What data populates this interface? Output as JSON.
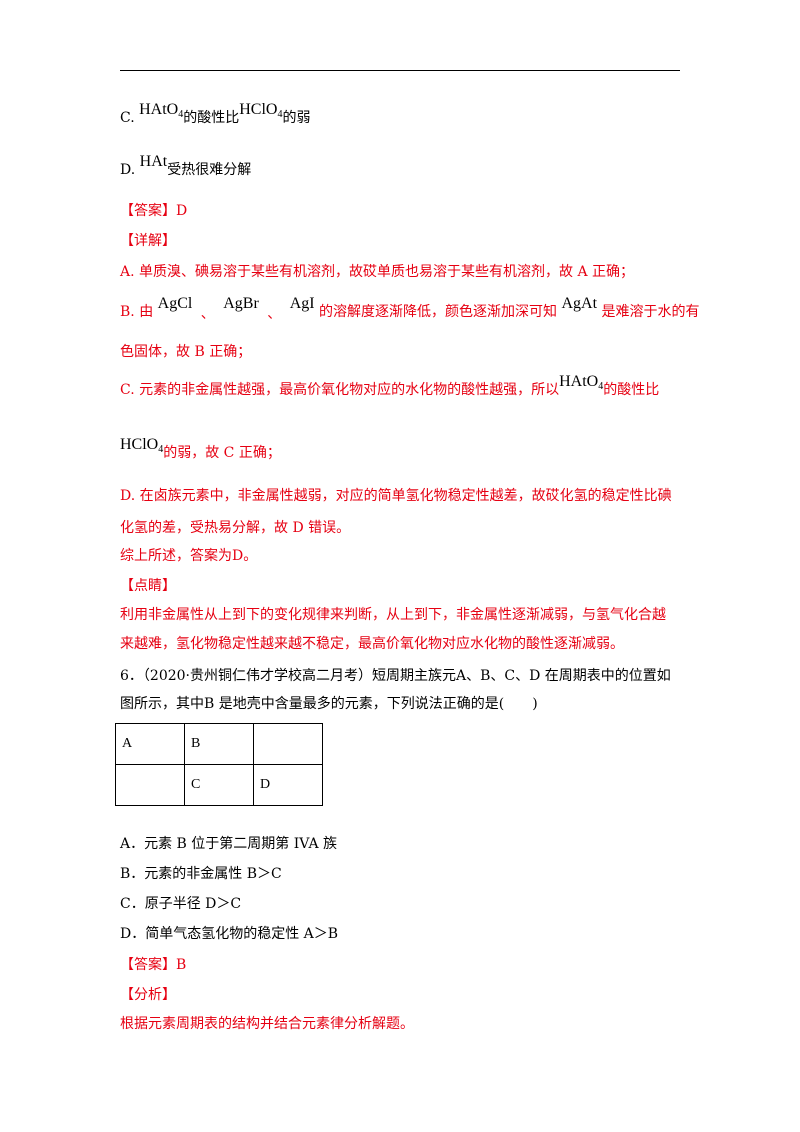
{
  "option_c": {
    "label": "C.",
    "f1_main": "HAtO",
    "f1_sub": "4",
    "mid": "的酸性比",
    "f2_main": "HClO",
    "f2_sub": "4",
    "end": "的弱"
  },
  "option_d": {
    "label": "D.",
    "f1": "HAt",
    "text": "受热很难分解"
  },
  "answer1": "【答案】D",
  "detail_title": "【详解】",
  "detail": {
    "a": "A. 单质溴、碘易溶于某些有机溶剂，故砹单质也易溶于某些有机溶剂，故 A 正确；",
    "b_prefix": "B. 由",
    "b_f1": "AgCl",
    "b_sep1": "、",
    "b_f2": "AgBr",
    "b_sep2": "、",
    "b_f3": "AgI",
    "b_mid": "的溶解度逐渐降低，颜色逐渐加深可知",
    "b_f4": "AgAt",
    "b_end": "是难溶于水的有",
    "b_line2": "色固体，故 B 正确；",
    "c_prefix": "C. 元素的非金属性越强，最高价氧化物对应的水化物的酸性越强，所以",
    "c_f1_main": "HAtO",
    "c_f1_sub": "4",
    "c_end": "的酸性比",
    "c_f2_main": "HClO",
    "c_f2_sub": "4",
    "c_line2_end": "的弱，故 C 正确；",
    "d_line1": "D. 在卤族元素中，非金属性越弱，对应的简单氢化物稳定性越差，故砹化氢的稳定性比碘",
    "d_line2": "化氢的差，受热易分解，故 D 错误。",
    "summary": "综上所述，答案为D。"
  },
  "tip_title": "【点睛】",
  "tip_line1": "利用非金属性从上到下的变化规律来判断，从上到下，非金属性逐渐减弱，与氢气化合越",
  "tip_line2": "来越难，氢化物稳定性越来越不稳定，最高价氧化物对应水化物的酸性逐渐减弱。",
  "q6": {
    "line1": "6．（2020·贵州铜仁伟才学校高二月考）短周期主族元A、B、C、D 在周期表中的位置如",
    "line2": "图所示，其中B 是地壳中含量最多的元素，下列说法正确的是(　　)",
    "table": [
      [
        "A",
        "B",
        ""
      ],
      [
        "",
        "C",
        "D"
      ]
    ],
    "options": [
      "A．元素 B 位于第二周期第 IVA 族",
      "B．元素的非金属性 B＞C",
      "C．原子半径 D＞C",
      "D．简单气态氢化物的稳定性 A＞B"
    ]
  },
  "answer2": "【答案】B",
  "analysis_title": "【分析】",
  "analysis": "根据元素周期表的结构并结合元素律分析解题。"
}
